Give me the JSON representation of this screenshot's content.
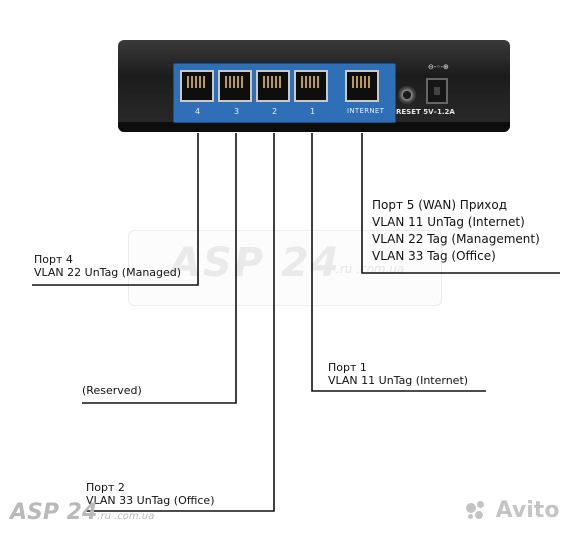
{
  "router": {
    "port_numbers": [
      "4",
      "3",
      "2",
      "1"
    ],
    "wan_label": "INTERNET",
    "power_label": "RESET 5V–1.2A"
  },
  "callouts": {
    "port4": {
      "line1": "Порт 4",
      "line2": "VLAN 22 UnTag (Managed)"
    },
    "port3": {
      "line1": "(Reserved)"
    },
    "port2": {
      "line1": "Порт 2",
      "line2": "VLAN 33 UnTag (Office)"
    },
    "port1": {
      "line1": "Порт 1",
      "line2": "VLAN 11 UnTag (Internet)"
    },
    "wan": {
      "line1": "Порт 5 (WAN) Приход",
      "line2": "VLAN 11 UnTag (Internet)",
      "line3": "VLAN 22 Tag (Management)",
      "line4": "VLAN 33 Tag (Office)"
    }
  },
  "watermarks": {
    "center_big": "ASP 24",
    "center_small": ".ru .com.ua",
    "bottom_left": "ASP 24",
    "bottom_left_small": ".ru .com.ua",
    "bottom_right": "Avito"
  },
  "colors": {
    "panel_blue": "#2f6fb8",
    "line": "#111111"
  }
}
